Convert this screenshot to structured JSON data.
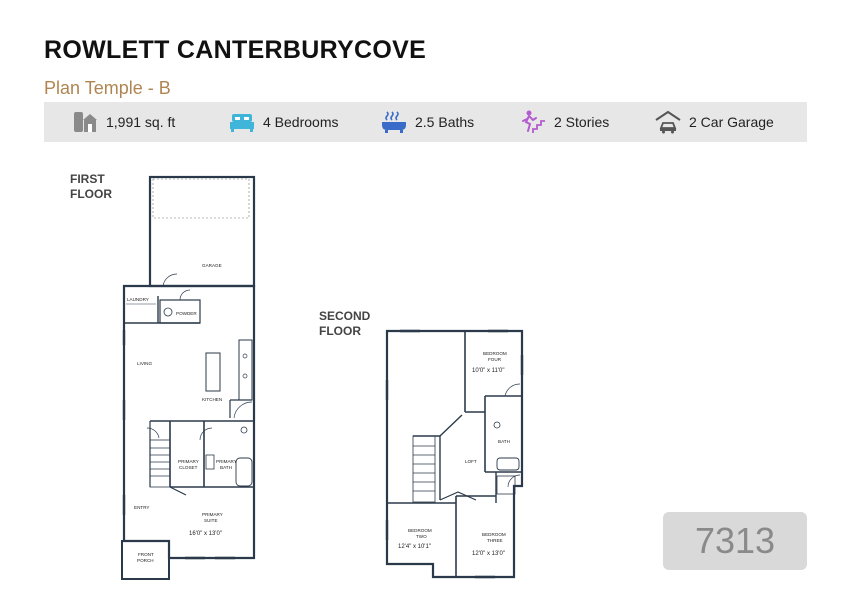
{
  "header": {
    "title": "ROWLETT CANTERBURYCOVE",
    "plan": "Plan Temple - B"
  },
  "specs": {
    "sqft": "1,991 sq. ft",
    "bedrooms": "4 Bedrooms",
    "baths": "2.5 Baths",
    "stories": "2 Stories",
    "garage": "2 Car Garage",
    "icons": [
      "sqft-house-icon",
      "bed-icon",
      "bathtub-icon",
      "stairs-icon",
      "garage-car-icon"
    ],
    "colors": {
      "sqft": "#8a8a8a",
      "bed": "#3fb6d9",
      "bath": "#3a6bc9",
      "stairs": "#b45ccf",
      "garage": "#555555"
    }
  },
  "first_floor": {
    "label_line1": "FIRST",
    "label_line2": "FLOOR",
    "rooms": {
      "garage": "GARAGE",
      "laundry": "LAUNDRY",
      "powder": "POWDER",
      "living": "LIVING",
      "kitchen": "KITCHEN",
      "primary_closet_1": "PRIMARY",
      "primary_closet_2": "CLOSET",
      "primary_bath_1": "PRIMARY",
      "primary_bath_2": "BATH",
      "entry": "ENTRY",
      "primary_suite_1": "PRIMARY",
      "primary_suite_2": "SUITE",
      "primary_suite_dim": "16'0\" x 13'0\"",
      "porch_1": "FRONT",
      "porch_2": "PORCH"
    }
  },
  "second_floor": {
    "label_line1": "SECOND",
    "label_line2": "FLOOR",
    "rooms": {
      "bed4_1": "BEDROOM",
      "bed4_2": "FOUR",
      "bed4_dim": "10'0\" x 11'0\"",
      "bath": "BATH",
      "loft": "LOFT",
      "bed2_1": "BEDROOM",
      "bed2_2": "TWO",
      "bed2_dim": "12'4\" x 10'1\"",
      "bed3_1": "BEDROOM",
      "bed3_2": "THREE",
      "bed3_dim": "12'0\" x 13'0\""
    }
  },
  "badge": {
    "number": "7313"
  }
}
